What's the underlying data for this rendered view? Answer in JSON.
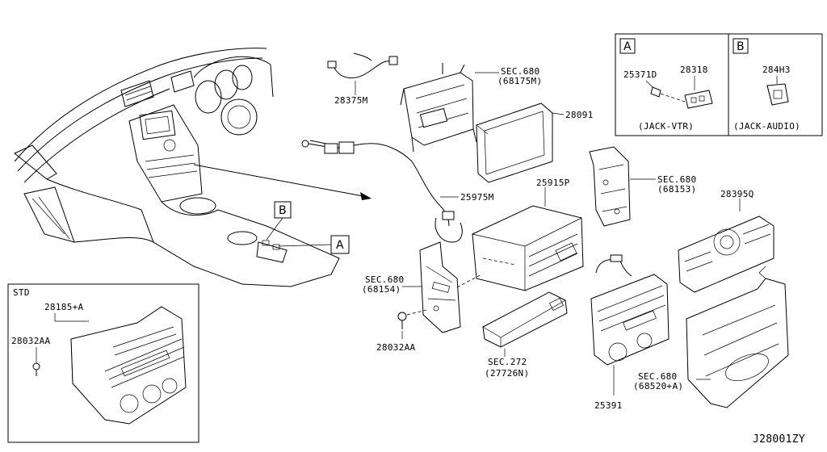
{
  "diagram_id": "J28001ZY",
  "inset_a": {
    "letter": "A",
    "caption": "(JACK-VTR)",
    "parts": [
      "25371D",
      "28318"
    ]
  },
  "inset_b": {
    "letter": "B",
    "caption": "(JACK-AUDIO)",
    "parts": [
      "284H3"
    ]
  },
  "std_box": {
    "title": "STD",
    "parts": [
      "28185+A",
      "28032AA"
    ]
  },
  "callouts": {
    "a": "A",
    "b": "B"
  },
  "labels": {
    "p28375M": "28375M",
    "sec680_68175M_a": "SEC.680",
    "sec680_68175M_b": "(68175M)",
    "p28091": "28091",
    "sec680_68153_a": "SEC.680",
    "sec680_68153_b": "(68153)",
    "p25975M": "25975M",
    "p25915P": "25915P",
    "p28395Q": "28395Q",
    "sec680_68154_a": "SEC.680",
    "sec680_68154_b": "(68154)",
    "p28032AA": "28032AA",
    "sec272_a": "SEC.272",
    "sec272_b": "(27726N)",
    "p25391": "25391",
    "sec680_68520_a": "SEC.680",
    "sec680_68520_b": "(68520+A)"
  }
}
